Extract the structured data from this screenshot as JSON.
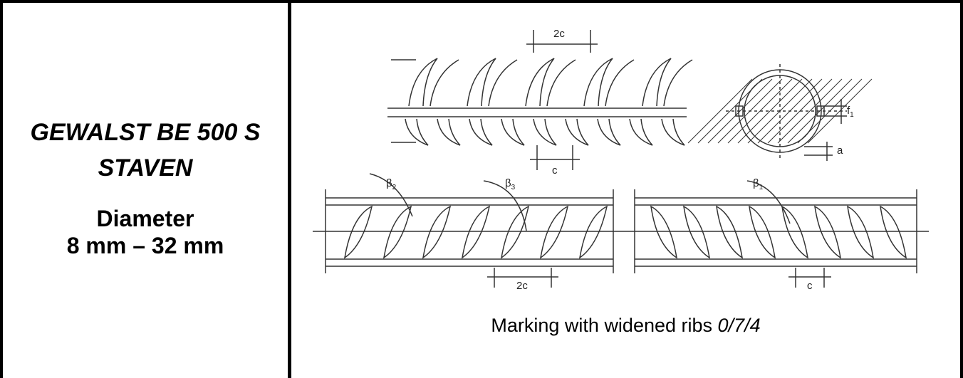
{
  "left_panel": {
    "title_line1": "GEWALST BE 500 S",
    "title_line2": "STAVEN",
    "diameter_label": "Diameter",
    "diameter_range": "8 mm – 32 mm"
  },
  "diagram": {
    "labels": {
      "top_spacing": "2c",
      "bottom_spacing": "c",
      "rib_height": "f",
      "rib_height_sub": "1",
      "gap": "a",
      "angle_beta2": "β",
      "angle_beta2_sub": "2",
      "angle_beta3": "β",
      "angle_beta3_sub": "3",
      "angle_beta1": "β",
      "angle_beta1_sub": "1",
      "left_bar_spacing": "2c",
      "right_bar_spacing": "c"
    },
    "caption_text": "Marking with widened ribs ",
    "caption_code": "0/7/4"
  }
}
